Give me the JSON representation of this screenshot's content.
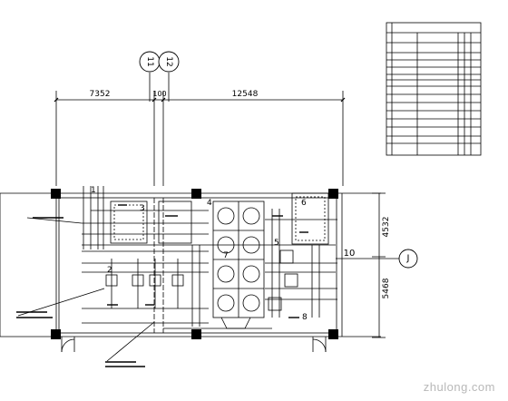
{
  "axis_bubbles": {
    "left": "11",
    "right": "12",
    "row": "J"
  },
  "dimensions": {
    "top_left": "7352",
    "top_mid": "100",
    "top_right": "12548",
    "right_upper": "4532",
    "right_lower": "5468",
    "leader_label": "10"
  },
  "equipment_numbers": [
    "1",
    "2",
    "3",
    "4",
    "5",
    "6",
    "7",
    "8"
  ],
  "watermark": "zhulong.com"
}
